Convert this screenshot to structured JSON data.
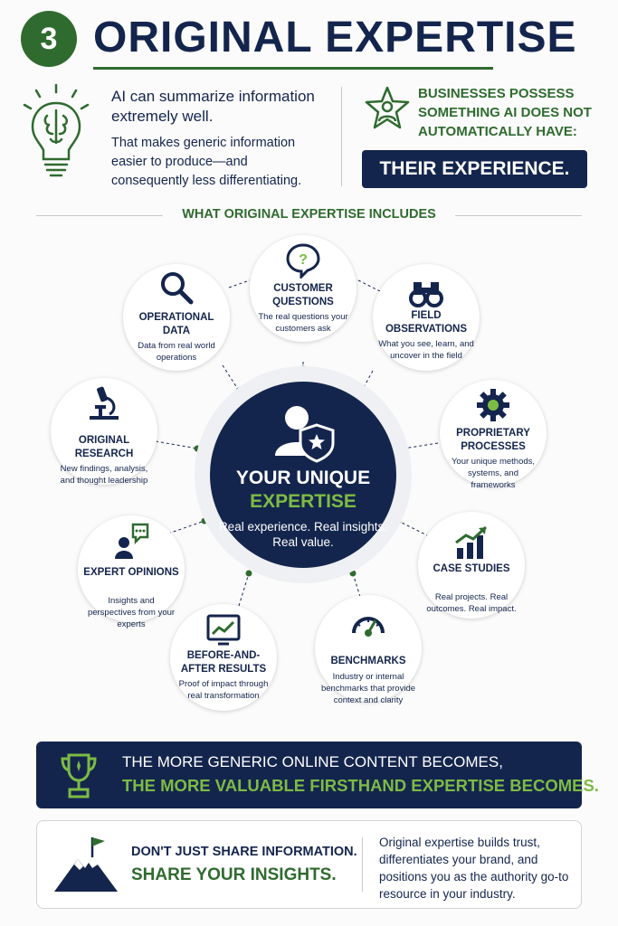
{
  "header": {
    "number": "3",
    "title": "ORIGINAL EXPERTISE"
  },
  "intro": {
    "line1": "AI can summarize information extremely well.",
    "line2": "That makes generic information easier to produce—and consequently less differentiating.",
    "business_text": "BUSINESSES POSSESS SOMETHING AI DOES NOT AUTOMATICALLY HAVE:",
    "highlight": "THEIR EXPERIENCE."
  },
  "section_heading": "WHAT ORIGINAL EXPERTISE INCLUDES",
  "center": {
    "title": "YOUR UNIQUE",
    "subtitle": "EXPERTISE",
    "description": "Real experience. Real insights. Real value."
  },
  "items": [
    {
      "title": "CUSTOMER QUESTIONS",
      "desc": "The real questions your customers ask",
      "icon": "question-bubble-icon"
    },
    {
      "title": "FIELD OBSERVATIONS",
      "desc": "What you see, learn, and uncover in the field",
      "icon": "binoculars-icon"
    },
    {
      "title": "PROPRIETARY PROCESSES",
      "desc": "Your unique methods, systems, and frameworks",
      "icon": "gear-icon"
    },
    {
      "title": "CASE STUDIES",
      "desc": "Real projects. Real outcomes. Real impact.",
      "icon": "bar-chart-icon"
    },
    {
      "title": "BENCHMARKS",
      "desc": "Industry or internal benchmarks that provide context and clarity",
      "icon": "gauge-icon"
    },
    {
      "title": "BEFORE-AND-AFTER RESULTS",
      "desc": "Proof of impact through real transformation",
      "icon": "trend-chart-icon"
    },
    {
      "title": "EXPERT OPINIONS",
      "desc": "Insights and perspectives from your experts",
      "icon": "person-speech-icon"
    },
    {
      "title": "ORIGINAL RESEARCH",
      "desc": "New findings, analysis, and thought leadership",
      "icon": "microscope-icon"
    },
    {
      "title": "OPERATIONAL DATA",
      "desc": "Data from real world operations",
      "icon": "magnifier-icon"
    }
  ],
  "banner": {
    "line1": "THE MORE GENERIC ONLINE CONTENT BECOMES,",
    "line2": "THE MORE VALUABLE FIRSTHAND EXPERTISE BECOMES."
  },
  "footer": {
    "line1": "DON'T JUST SHARE INFORMATION.",
    "line2": "SHARE YOUR INSIGHTS.",
    "right_text": "Original expertise builds trust, differentiates your brand, and positions you as the authority go-to resource in your industry."
  },
  "colors": {
    "navy": "#14254d",
    "green": "#2f6b2f",
    "light_green": "#7dbb44"
  }
}
